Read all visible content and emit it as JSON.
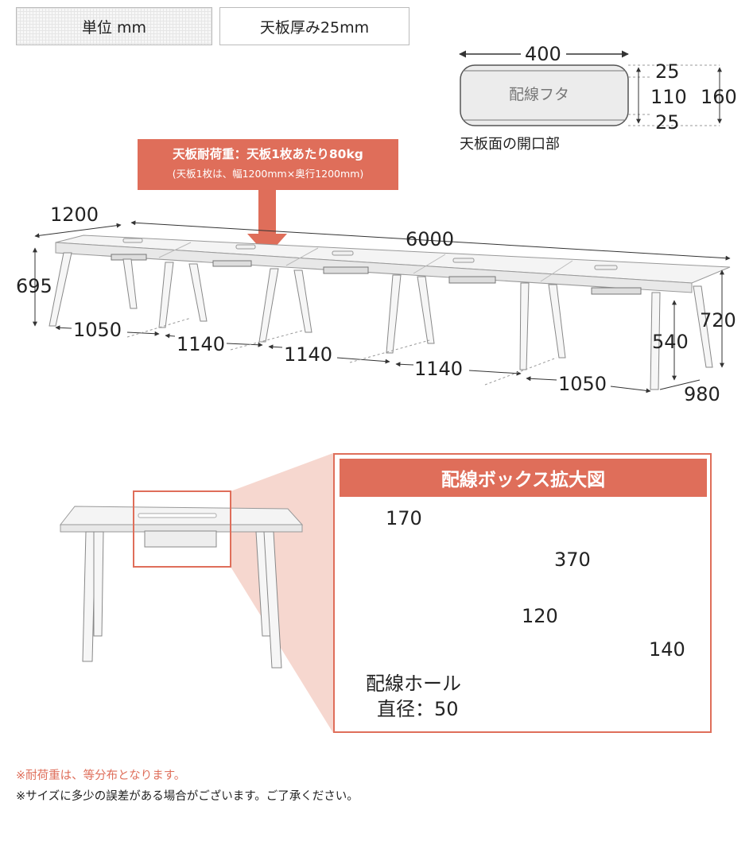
{
  "header": {
    "unit_label": "単位 mm",
    "thickness_label": "天板厚み25mm"
  },
  "opening": {
    "width": "400",
    "cover_label": "配線フタ",
    "margin_top": "25",
    "middle": "110",
    "margin_bottom": "25",
    "total": "160",
    "caption": "天板面の開口部"
  },
  "load_banner": {
    "line1": "天板耐荷重：天板1枚あたり80kg",
    "line2": "(天板1枚は、幅1200mm×奥行1200mm)"
  },
  "table_dims": {
    "panel_width": "1200",
    "total_width": "6000",
    "height_left": "695",
    "height_right": "720",
    "leg_clearance": "540",
    "depth": "980",
    "spans": [
      "1050",
      "1140",
      "1140",
      "1140",
      "1050"
    ]
  },
  "zoom": {
    "title": "配線ボックス拡大図",
    "width": "170",
    "length": "370",
    "inner": "120",
    "height": "140",
    "hole_label": "配線ホール",
    "hole_diameter": "直径：50"
  },
  "notes": {
    "note1": "※耐荷重は、等分布となります。",
    "note2": "※サイズに多少の誤差がある場合がございます。ご了承ください。"
  },
  "colors": {
    "accent": "#df6e5a",
    "highlight": "#f3c9bf"
  }
}
